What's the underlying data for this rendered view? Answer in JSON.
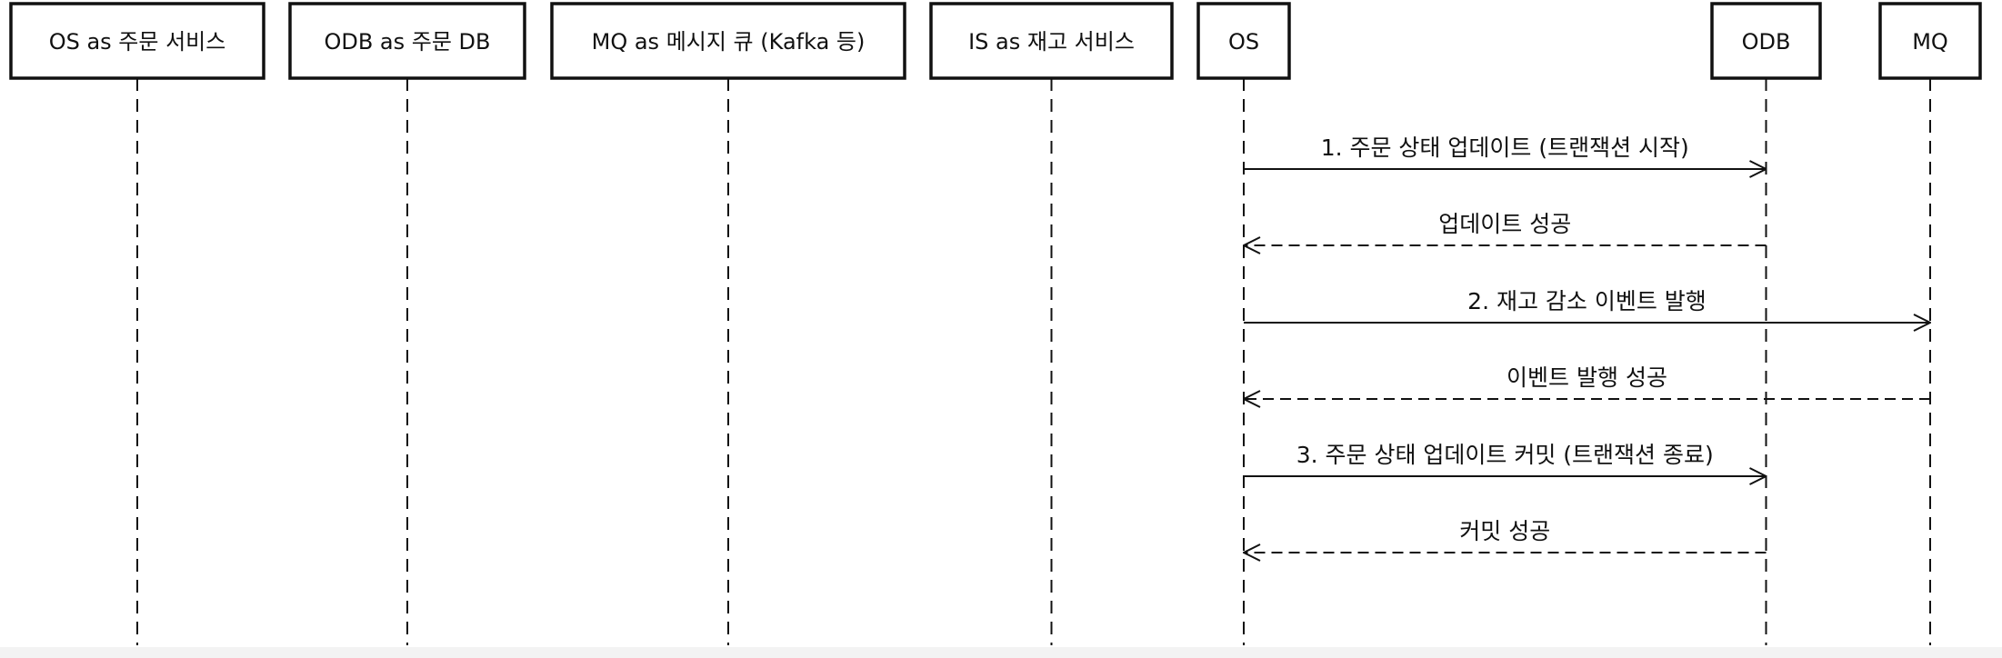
{
  "participants": [
    {
      "id": "OS_decl",
      "label": "OS as 주문 서비스"
    },
    {
      "id": "ODB_decl",
      "label": "ODB as 주문 DB"
    },
    {
      "id": "MQ_decl",
      "label": "MQ as 메시지 큐 (Kafka 등)"
    },
    {
      "id": "IS_decl",
      "label": "IS as 재고 서비스"
    },
    {
      "id": "OS",
      "label": "OS"
    },
    {
      "id": "ODB",
      "label": "ODB"
    },
    {
      "id": "MQ",
      "label": "MQ"
    }
  ],
  "messages": [
    {
      "from": "OS",
      "to": "ODB",
      "label": "1. 주문 상태 업데이트 (트랜잭션 시작)",
      "style": "solid"
    },
    {
      "from": "ODB",
      "to": "OS",
      "label": "업데이트 성공",
      "style": "dashed"
    },
    {
      "from": "OS",
      "to": "MQ",
      "label": "2. 재고 감소 이벤트 발행",
      "style": "solid"
    },
    {
      "from": "MQ",
      "to": "OS",
      "label": "이벤트 발행 성공",
      "style": "dashed"
    },
    {
      "from": "OS",
      "to": "ODB",
      "label": "3. 주문 상태 업데이트 커밋 (트랜잭션 종료)",
      "style": "solid"
    },
    {
      "from": "ODB",
      "to": "OS",
      "label": "커밋 성공",
      "style": "dashed"
    }
  ],
  "colors": {
    "background": "#f3f3f3",
    "diagram_background": "#ffffff",
    "line": "#111111"
  }
}
